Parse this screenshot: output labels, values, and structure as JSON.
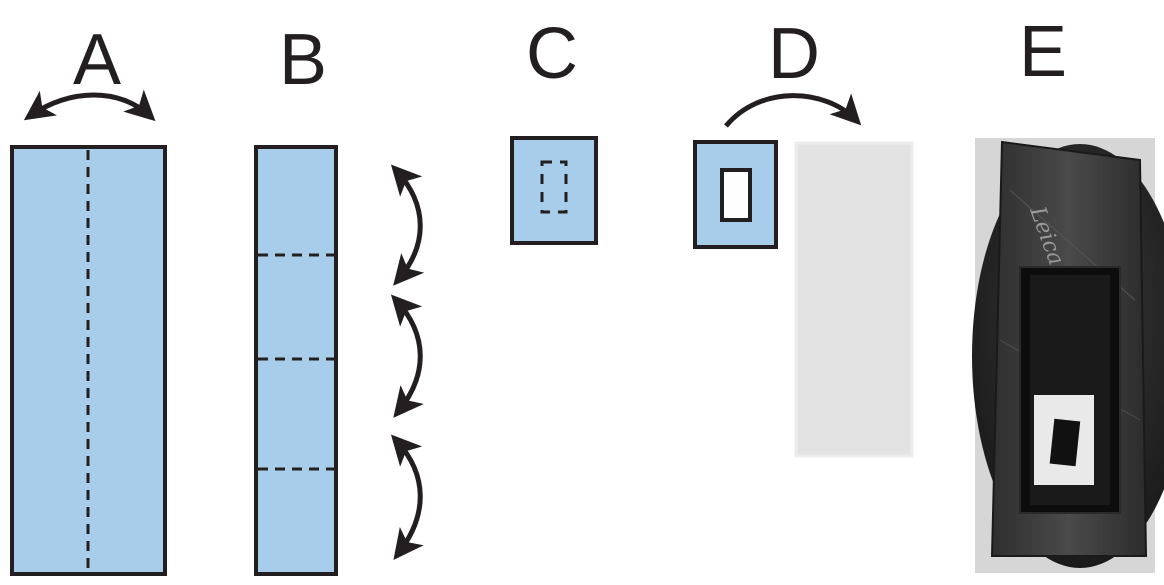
{
  "panels": {
    "A": {
      "label": "A"
    },
    "B": {
      "label": "B"
    },
    "C": {
      "label": "C"
    },
    "D": {
      "label": "D"
    },
    "E": {
      "label": "E"
    }
  },
  "photo": {
    "engraving": "Leica"
  },
  "colors": {
    "paper_blue": "#a7cdea",
    "outline": "#231f20",
    "slide_gray": "#e3e3e3",
    "photo_dark": "#2a2a2a"
  }
}
